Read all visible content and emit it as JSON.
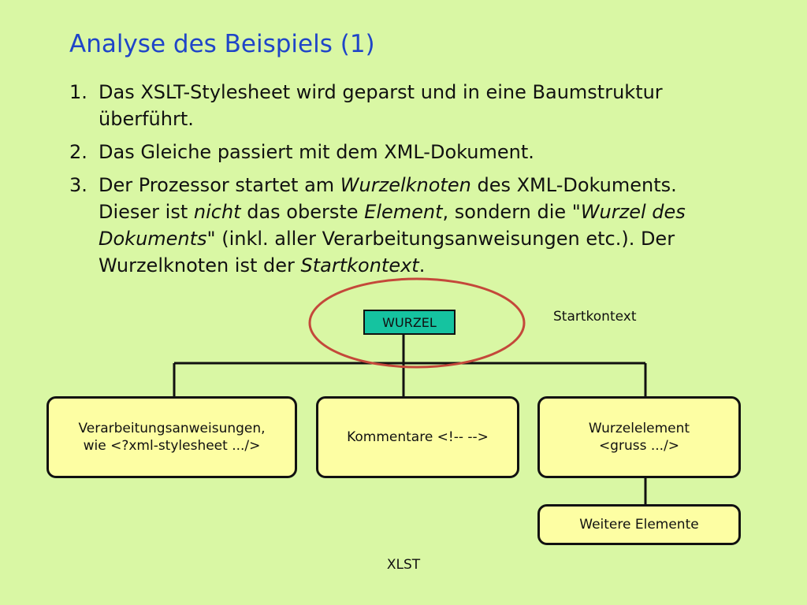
{
  "slide": {
    "title": "Analyse des Beispiels (1)",
    "items": [
      {
        "num": "1.",
        "parts": [
          {
            "text": "Das XSLT-Stylesheet wird geparst und in eine Baumstruktur überführt."
          }
        ]
      },
      {
        "num": "2.",
        "parts": [
          {
            "text": "Das Gleiche passiert mit dem XML-Dokument."
          }
        ]
      },
      {
        "num": "3.",
        "parts": [
          {
            "text": "Der Prozessor startet am "
          },
          {
            "text": "Wurzelknoten",
            "italic": true
          },
          {
            "text": " des XML-Dokuments. Dieser ist "
          },
          {
            "text": "nicht",
            "italic": true
          },
          {
            "text": " das oberste "
          },
          {
            "text": "Element",
            "italic": true
          },
          {
            "text": ", sondern die \""
          },
          {
            "text": "Wurzel des Dokuments",
            "italic": true
          },
          {
            "text": "\" (inkl. aller Verarbeitungsanweisungen etc.). Der Wurzelknoten ist der "
          },
          {
            "text": "Startkontext",
            "italic": true
          },
          {
            "text": "."
          }
        ]
      }
    ],
    "footer": "XLST"
  },
  "diagram": {
    "root_label": "WURZEL",
    "context_label": "Startkontext",
    "children": [
      {
        "lines": [
          "Verarbeitungsanweisungen,",
          "wie <?xml-stylesheet .../>"
        ]
      },
      {
        "lines": [
          "Kommentare <!-- -->"
        ]
      },
      {
        "lines": [
          "Wurzelelement",
          "<gruss .../>"
        ]
      }
    ],
    "grandchild": {
      "lines": [
        "Weitere Elemente"
      ]
    },
    "colors": {
      "background": "#d9f7a4",
      "title": "#1f45c8",
      "root_fill": "#15c3a0",
      "node_fill": "#fdfea3",
      "highlight_ellipse": "#c4483a"
    }
  }
}
